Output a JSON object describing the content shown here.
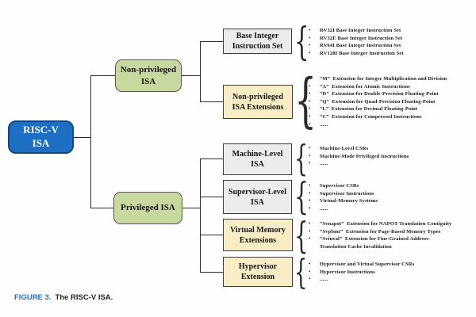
{
  "boxes": {
    "root": {
      "label": "RISC-V\nISA"
    },
    "non_privileged_isa": {
      "label": "Non-privileged\nISA"
    },
    "privileged_isa": {
      "label": "Privileged ISA"
    },
    "base_integer": {
      "label": "Base Integer\nInstruction Set"
    },
    "non_privileged_extensions": {
      "label": "Non-privileged\nISA Extensions"
    },
    "machine_level": {
      "label": "Machine-Level\nISA"
    },
    "supervisor_level": {
      "label": "Supervisor-Level\nISA"
    },
    "virtual_memory": {
      "label": "Virtual Memory\nExtensions"
    },
    "hypervisor": {
      "label": "Hypervisor\nExtension"
    }
  },
  "details": {
    "base_integer": [
      "RV32I Base Integer Instruction Set",
      "RV32E Base Integer Instruction Set",
      "RV64I Base Integer Instruction Set",
      "RV128I Base Integer Instruction Set"
    ],
    "non_privileged_extensions": [
      "“M”  Extension for Integer Multiplication and Division",
      "“A”  Extension for Atomic Instructions",
      "“D”  Extension for Double-Precision Floating-Point",
      "“Q”  Extension for Quad-Precision Floating-Point",
      "“L”  Extension for Decimal Floating-Point",
      "“C”  Extension for Compressed Instructions",
      "......"
    ],
    "machine_level": [
      "Machine-Level CSRs",
      "Machine-Mode Privileged Instructions",
      "......"
    ],
    "supervisor_level": [
      "Supervisor CSRs",
      "Supervisor Instructions",
      "Virtual-Memory Systems",
      "......"
    ],
    "virtual_memory": [
      "“Svnapot”  Extension for NAPOT Translation Contiguity",
      "“Svpbmt”  Extension for Page-Based Memory Types",
      "“Svinval”  Extension for Fine-Grained Address-\nTranslation Cache Invalidation"
    ],
    "hypervisor": [
      "Hypervisor and Virtual Supervisor CSRs",
      "Hypervisor Instructions",
      "......"
    ]
  },
  "caption": {
    "label": "FIGURE 3.",
    "text": "The RISC-V ISA."
  },
  "colors": {
    "root_fill": "#1c6fc3",
    "root_border": "#14467f",
    "green_fill": "#c7d99e",
    "gray_fill": "#ececec",
    "cream_fill": "#f9edc5",
    "line": "#2b2b2b",
    "caption_accent": "#1b75bb"
  }
}
